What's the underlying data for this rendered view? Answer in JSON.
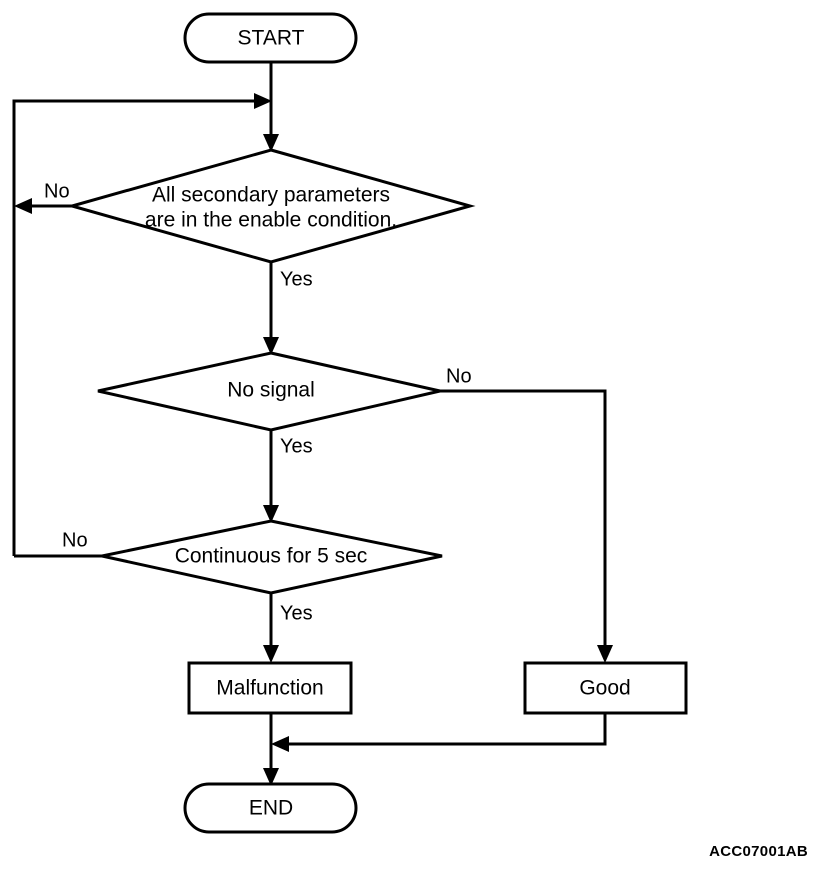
{
  "diagram": {
    "type": "flowchart",
    "title": "",
    "figure_code": "ACC07001AB",
    "background_color": "#ffffff",
    "line_color": "#000000",
    "fill_color": "#ffffff",
    "nodes": {
      "start": {
        "label": "START",
        "shape": "terminator"
      },
      "decision_parameters": {
        "label_line1": "All secondary parameters",
        "label_line2": "are in the enable condition.",
        "shape": "decision"
      },
      "decision_no_signal": {
        "label": "No signal",
        "shape": "decision"
      },
      "decision_continuous": {
        "label": "Continuous for 5 sec",
        "shape": "decision"
      },
      "result_malfunction": {
        "label": "Malfunction",
        "shape": "process"
      },
      "result_good": {
        "label": "Good",
        "shape": "process"
      },
      "end": {
        "label": "END",
        "shape": "terminator"
      }
    },
    "edge_labels": {
      "parameters_no": "No",
      "parameters_yes": "Yes",
      "no_signal_no": "No",
      "no_signal_yes": "Yes",
      "continuous_no": "No",
      "continuous_yes": "Yes"
    }
  }
}
